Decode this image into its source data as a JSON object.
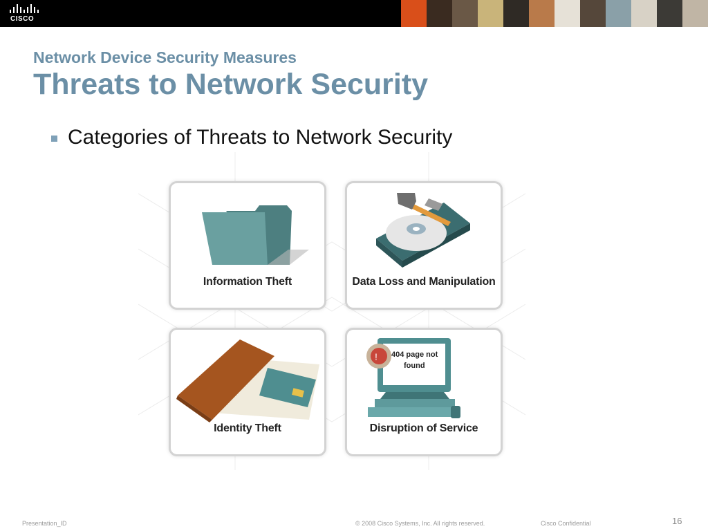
{
  "header": {
    "logo_text": "CISCO",
    "banner_colors": [
      "#d94f1a",
      "#3a2b20",
      "#6a5846",
      "#c9b47a",
      "#2f2a25",
      "#b97a4a",
      "#e6e1d7",
      "#55473a",
      "#8aa0a8",
      "#d8d2c6",
      "#3c3a36",
      "#c0b5a5"
    ]
  },
  "slide": {
    "subtitle": "Network Device Security Measures",
    "title": "Threats to Network Security",
    "bullet": "Categories of Threats to Network Security"
  },
  "tiles": [
    {
      "label": "Information Theft",
      "icon": "folder-icon"
    },
    {
      "label": "Data Loss and Manipulation",
      "icon": "hard-drive-icon"
    },
    {
      "label": "Identity Theft",
      "icon": "wallet-card-icon"
    },
    {
      "label": "Disruption of Service",
      "icon": "computer-error-icon",
      "screen_text_1": "404 page not",
      "screen_text_2": "found"
    }
  ],
  "footer": {
    "presentation_id": "Presentation_ID",
    "copyright": "© 2008 Cisco Systems, Inc. All rights reserved.",
    "confidential": "Cisco Confidential",
    "page_number": "16"
  },
  "colors": {
    "title": "#6b8fa6",
    "teal": "#5e9a9c",
    "brown": "#a5551f"
  }
}
